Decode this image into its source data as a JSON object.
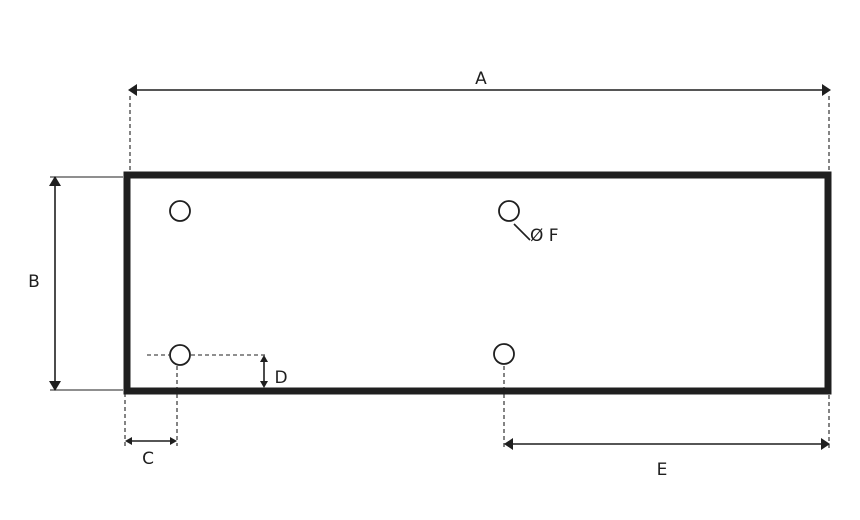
{
  "dimensions": {
    "a": "A",
    "b": "B",
    "c": "C",
    "d": "D",
    "e": "E",
    "f": "Ø F"
  },
  "colors": {
    "line": "#1f1f1f",
    "background": "#ffffff"
  }
}
